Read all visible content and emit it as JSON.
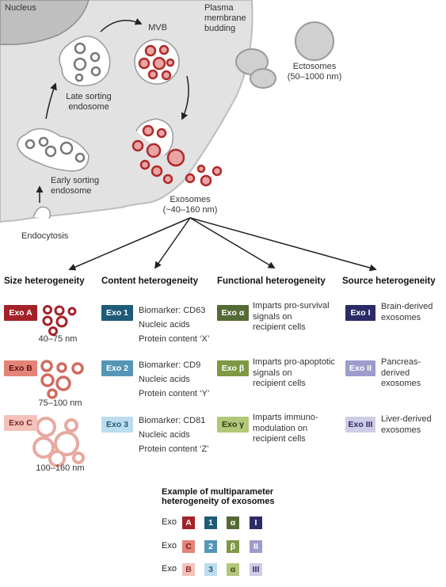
{
  "diagram": {
    "cell_labels": {
      "nucleus": "Nucleus",
      "mvb": "MVB",
      "plasma_budding": "Plasma\nmembrane\nbudding",
      "ectosomes": "Ectosomes\n(50–1000 nm)",
      "late_endosome": "Late sorting\nendosome",
      "early_endosome": "Early sorting\nendosome",
      "exosomes": "Exosomes\n(~40–160 nm)",
      "endocytosis": "Endocytosis"
    },
    "headings": {
      "size": "Size heterogeneity",
      "content": "Content heterogeneity",
      "functional": "Functional heterogeneity",
      "source": "Source heterogeneity"
    },
    "size": [
      {
        "label": "Exo A",
        "range": "40–75 nm",
        "color": "#a4222a"
      },
      {
        "label": "Exo B",
        "range": "75–100 nm",
        "color": "#e48478"
      },
      {
        "label": "Exo C",
        "range": "100–160 nm",
        "color": "#f3c2bb"
      }
    ],
    "content": [
      {
        "label": "Exo 1",
        "text": "Biomarker: CD63\nNucleic acids\nProtein content ‘X’",
        "color": "#1f5b78"
      },
      {
        "label": "Exo 2",
        "text": "Biomarker: CD9\nNucleic acids\nProtein content ‘Y’",
        "color": "#5596b7"
      },
      {
        "label": "Exo 3",
        "text": "Biomarker: CD81\nNucleic acids\nProtein content ‘Z’",
        "color": "#bcdcef"
      }
    ],
    "functional": [
      {
        "label": "Exo α",
        "text": "Imparts pro-survival\nsignals on\nrecipient cells",
        "color": "#556a34"
      },
      {
        "label": "Exo β",
        "text": "Imparts pro-apoptotic\nsignals on\nrecipient cells",
        "color": "#7e9844"
      },
      {
        "label": "Exo γ",
        "text": "Imparts immuno-\nmodulation on\nrecipient cells",
        "color": "#b3c679"
      }
    ],
    "source": [
      {
        "label": "Exo I",
        "text": "Brain-derived\nexosomes",
        "color": "#2d2b66"
      },
      {
        "label": "Exo II",
        "text": "Pancreas-\nderived\nexosomes",
        "color": "#9e9ccc"
      },
      {
        "label": "Exo III",
        "text": "Liver-derived\nexosomes",
        "color": "#cfcde6"
      }
    ],
    "example": {
      "title": "Example of multiparameter\nheterogeneity of exosomes",
      "prefix": "Exo",
      "rows": [
        [
          {
            "v": "A",
            "color": "#a4222a",
            "fg": "#ffffff"
          },
          {
            "v": "1",
            "color": "#1f5b78",
            "fg": "#ffffff"
          },
          {
            "v": "α",
            "color": "#556a34",
            "fg": "#ffffff"
          },
          {
            "v": "I",
            "color": "#2d2b66",
            "fg": "#ffffff"
          }
        ],
        [
          {
            "v": "C",
            "color": "#e48478",
            "fg": "#6b1b16"
          },
          {
            "v": "2",
            "color": "#5596b7",
            "fg": "#ffffff"
          },
          {
            "v": "β",
            "color": "#7e9844",
            "fg": "#ffffff"
          },
          {
            "v": "II",
            "color": "#9e9ccc",
            "fg": "#ffffff"
          }
        ],
        [
          {
            "v": "B",
            "color": "#f3c2bb",
            "fg": "#8a2e25"
          },
          {
            "v": "3",
            "color": "#bcdcef",
            "fg": "#1f5b78"
          },
          {
            "v": "α",
            "color": "#b3c679",
            "fg": "#3a4a1c"
          },
          {
            "v": "III",
            "color": "#cfcde6",
            "fg": "#2d2b66"
          }
        ]
      ]
    }
  }
}
